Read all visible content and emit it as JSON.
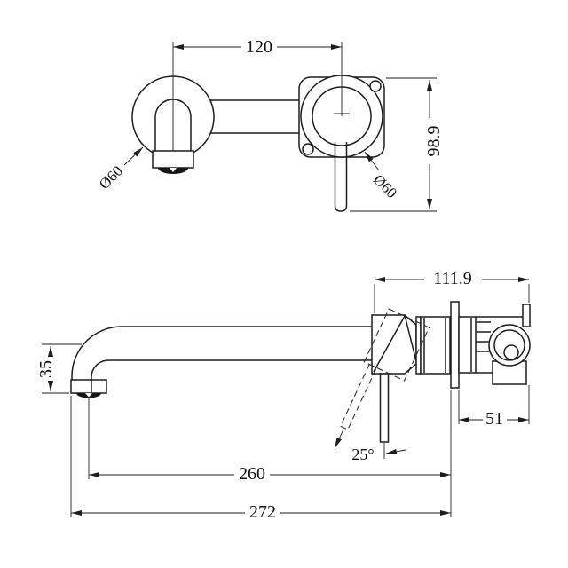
{
  "labels": {
    "spacing": "120",
    "height": "98.9",
    "diameter_spout": "Ø60",
    "diameter_mixer": "Ø60",
    "body_projection": "111.9",
    "spout_drop": "35",
    "wall_section": "51",
    "spout_reach": "260",
    "overall_reach": "272",
    "handle_angle": "25°"
  },
  "colors": {
    "line": "#1d1d1d",
    "text": "#111111",
    "background": "#ffffff"
  }
}
